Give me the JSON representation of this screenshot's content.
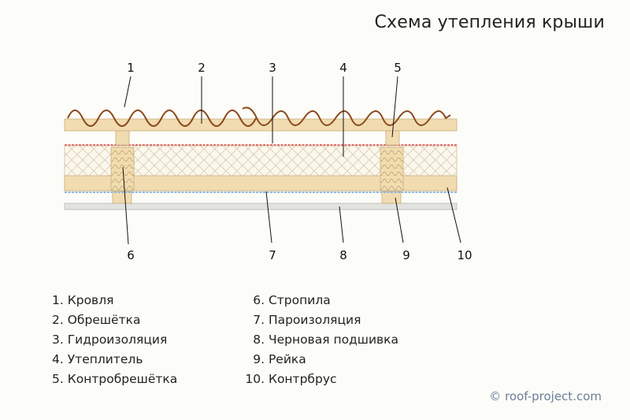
{
  "title": "Схема утепления крыши",
  "callouts": [
    "1",
    "2",
    "3",
    "4",
    "5",
    "6",
    "7",
    "8",
    "9",
    "10"
  ],
  "legend_left": [
    {
      "num": "1.",
      "text": "Кровля"
    },
    {
      "num": "2.",
      "text": "Обрешётка"
    },
    {
      "num": "3.",
      "text": "Гидроизоляция"
    },
    {
      "num": "4.",
      "text": "Утеплитель"
    },
    {
      "num": "5.",
      "text": "Контробрешётка"
    }
  ],
  "legend_right": [
    {
      "num": "6.",
      "text": "Стропила"
    },
    {
      "num": "7.",
      "text": "Пароизоляция"
    },
    {
      "num": "8.",
      "text": "Черновая подшивка"
    },
    {
      "num": "9.",
      "text": "Рейка"
    },
    {
      "num": "10.",
      "text": "Контрбрус"
    }
  ],
  "copyright": "© roof-project.com",
  "colors": {
    "roofing": "#8b4a1c",
    "wood": "#f1dcb0",
    "wood_stroke": "#c9ad7a",
    "waterproofing": "#e06b6b",
    "vapor_barrier": "#8fb8e0",
    "insulation": "#fbf7ec",
    "insulation_pattern": "#cfc4a8",
    "subfloor": "#e2e2df"
  }
}
